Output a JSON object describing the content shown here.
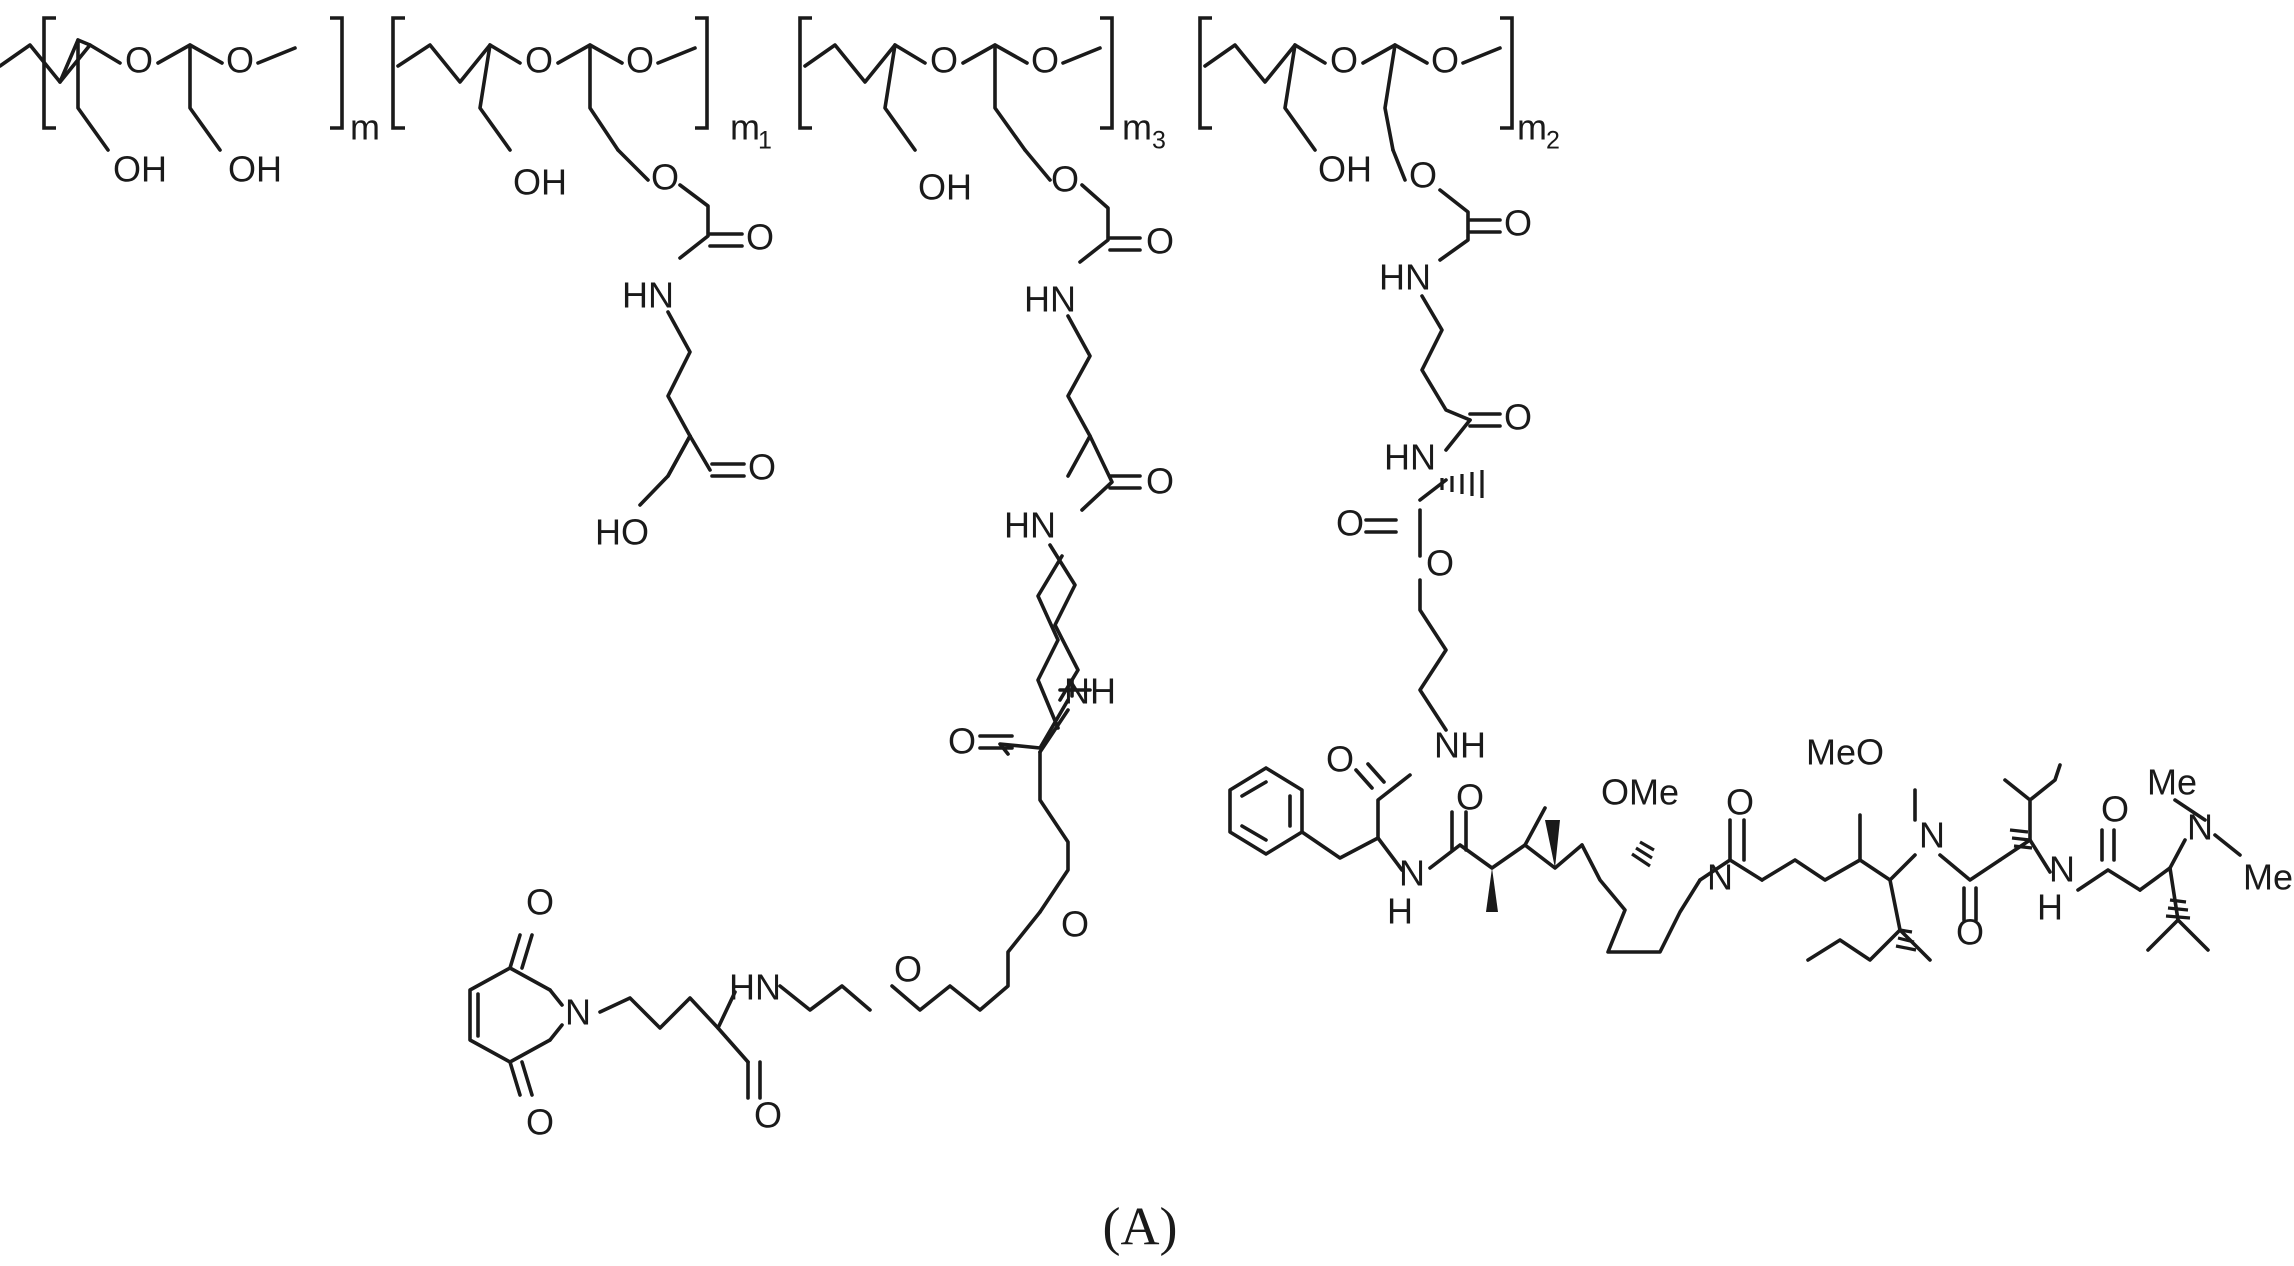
{
  "figure": {
    "caption": "(A)",
    "colors": {
      "ink": "#1a1a1a",
      "background": "#ffffff"
    }
  },
  "repeat_units": [
    {
      "subscript_base": "m",
      "subscript_index": ""
    },
    {
      "subscript_base": "m",
      "subscript_index": "1"
    },
    {
      "subscript_base": "m",
      "subscript_index": "3"
    },
    {
      "subscript_base": "m",
      "subscript_index": "2"
    }
  ],
  "atom_labels": {
    "O": "O",
    "OH": "OH",
    "HO": "HO",
    "HN": "HN",
    "NH": "NH",
    "N": "N",
    "H": "H",
    "OMe": "OMe",
    "MeO": "MeO",
    "Me": "Me"
  }
}
